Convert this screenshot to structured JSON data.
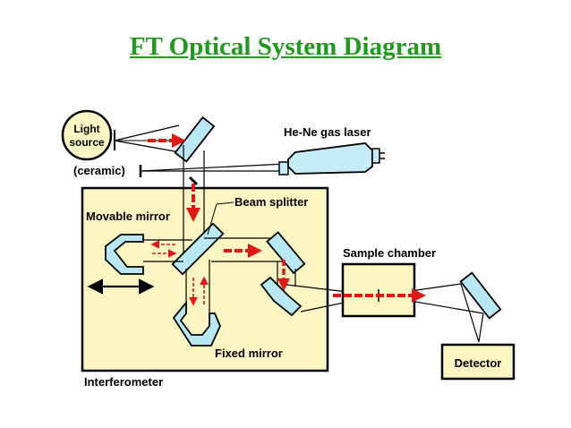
{
  "title": "FT Optical System Diagram",
  "labels": {
    "light_source_line1": "Light",
    "light_source_line2": "source",
    "ceramic": "(ceramic)",
    "laser": "He-Ne gas laser",
    "beam_splitter": "Beam splitter",
    "movable_mirror": "Movable mirror",
    "fixed_mirror": "Fixed mirror",
    "sample_chamber": "Sample chamber",
    "detector": "Detector",
    "interferometer": "Interferometer"
  },
  "colors": {
    "title": "#1f9a1f",
    "box_fill": "#fdf6c3",
    "light_source_fill": "#fdf6c3",
    "mirror_fill": "#b7e8f4",
    "laser_fill": "#c4ecf8",
    "beam_arrow": "#e01818",
    "outline": "#000000"
  }
}
